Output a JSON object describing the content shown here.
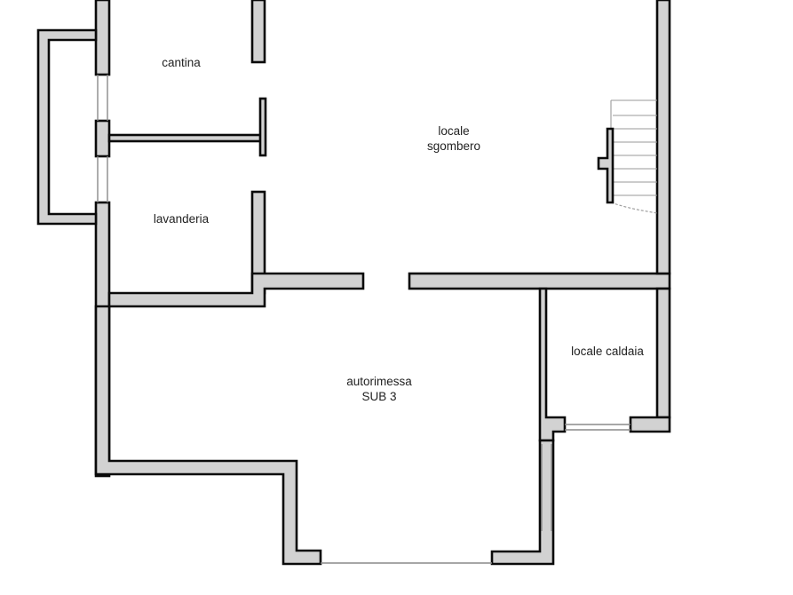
{
  "rooms": {
    "cantina": "cantina",
    "locale_sgombero_line1": "locale",
    "locale_sgombero_line2": "sgombero",
    "lavanderia": "lavanderia",
    "autorimessa_line1": "autorimessa",
    "autorimessa_line2": "SUB 3",
    "locale_caldaia": "locale caldaia"
  },
  "colors": {
    "wall_fill": "#d2d2d2",
    "wall_stroke": "#0a0a0a",
    "background": "#ffffff"
  }
}
